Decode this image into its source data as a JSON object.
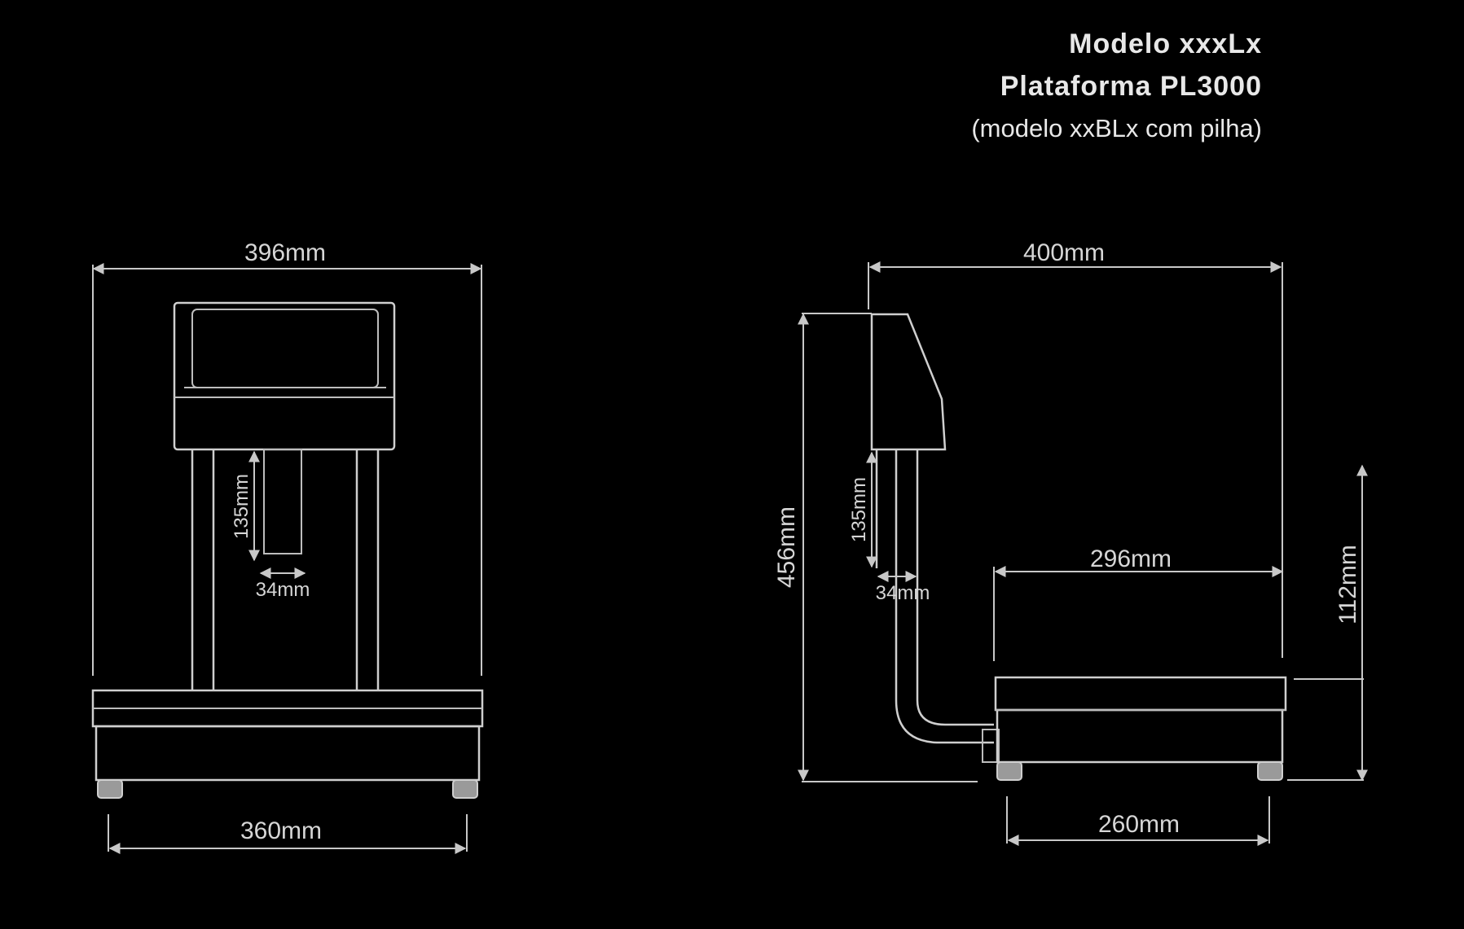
{
  "title": {
    "line1": "Modelo xxxLx",
    "line2": "Plataforma PL3000",
    "line3": "(modelo xxBLx com pilha)"
  },
  "front_view": {
    "overall_width": "396mm",
    "base_width": "360mm",
    "column_height": "135mm",
    "column_width": "34mm"
  },
  "side_view": {
    "overall_depth": "400mm",
    "overall_height": "456mm",
    "column_height": "135mm",
    "column_width": "34mm",
    "platform_depth": "296mm",
    "platform_height": "112mm",
    "base_depth": "260mm"
  }
}
